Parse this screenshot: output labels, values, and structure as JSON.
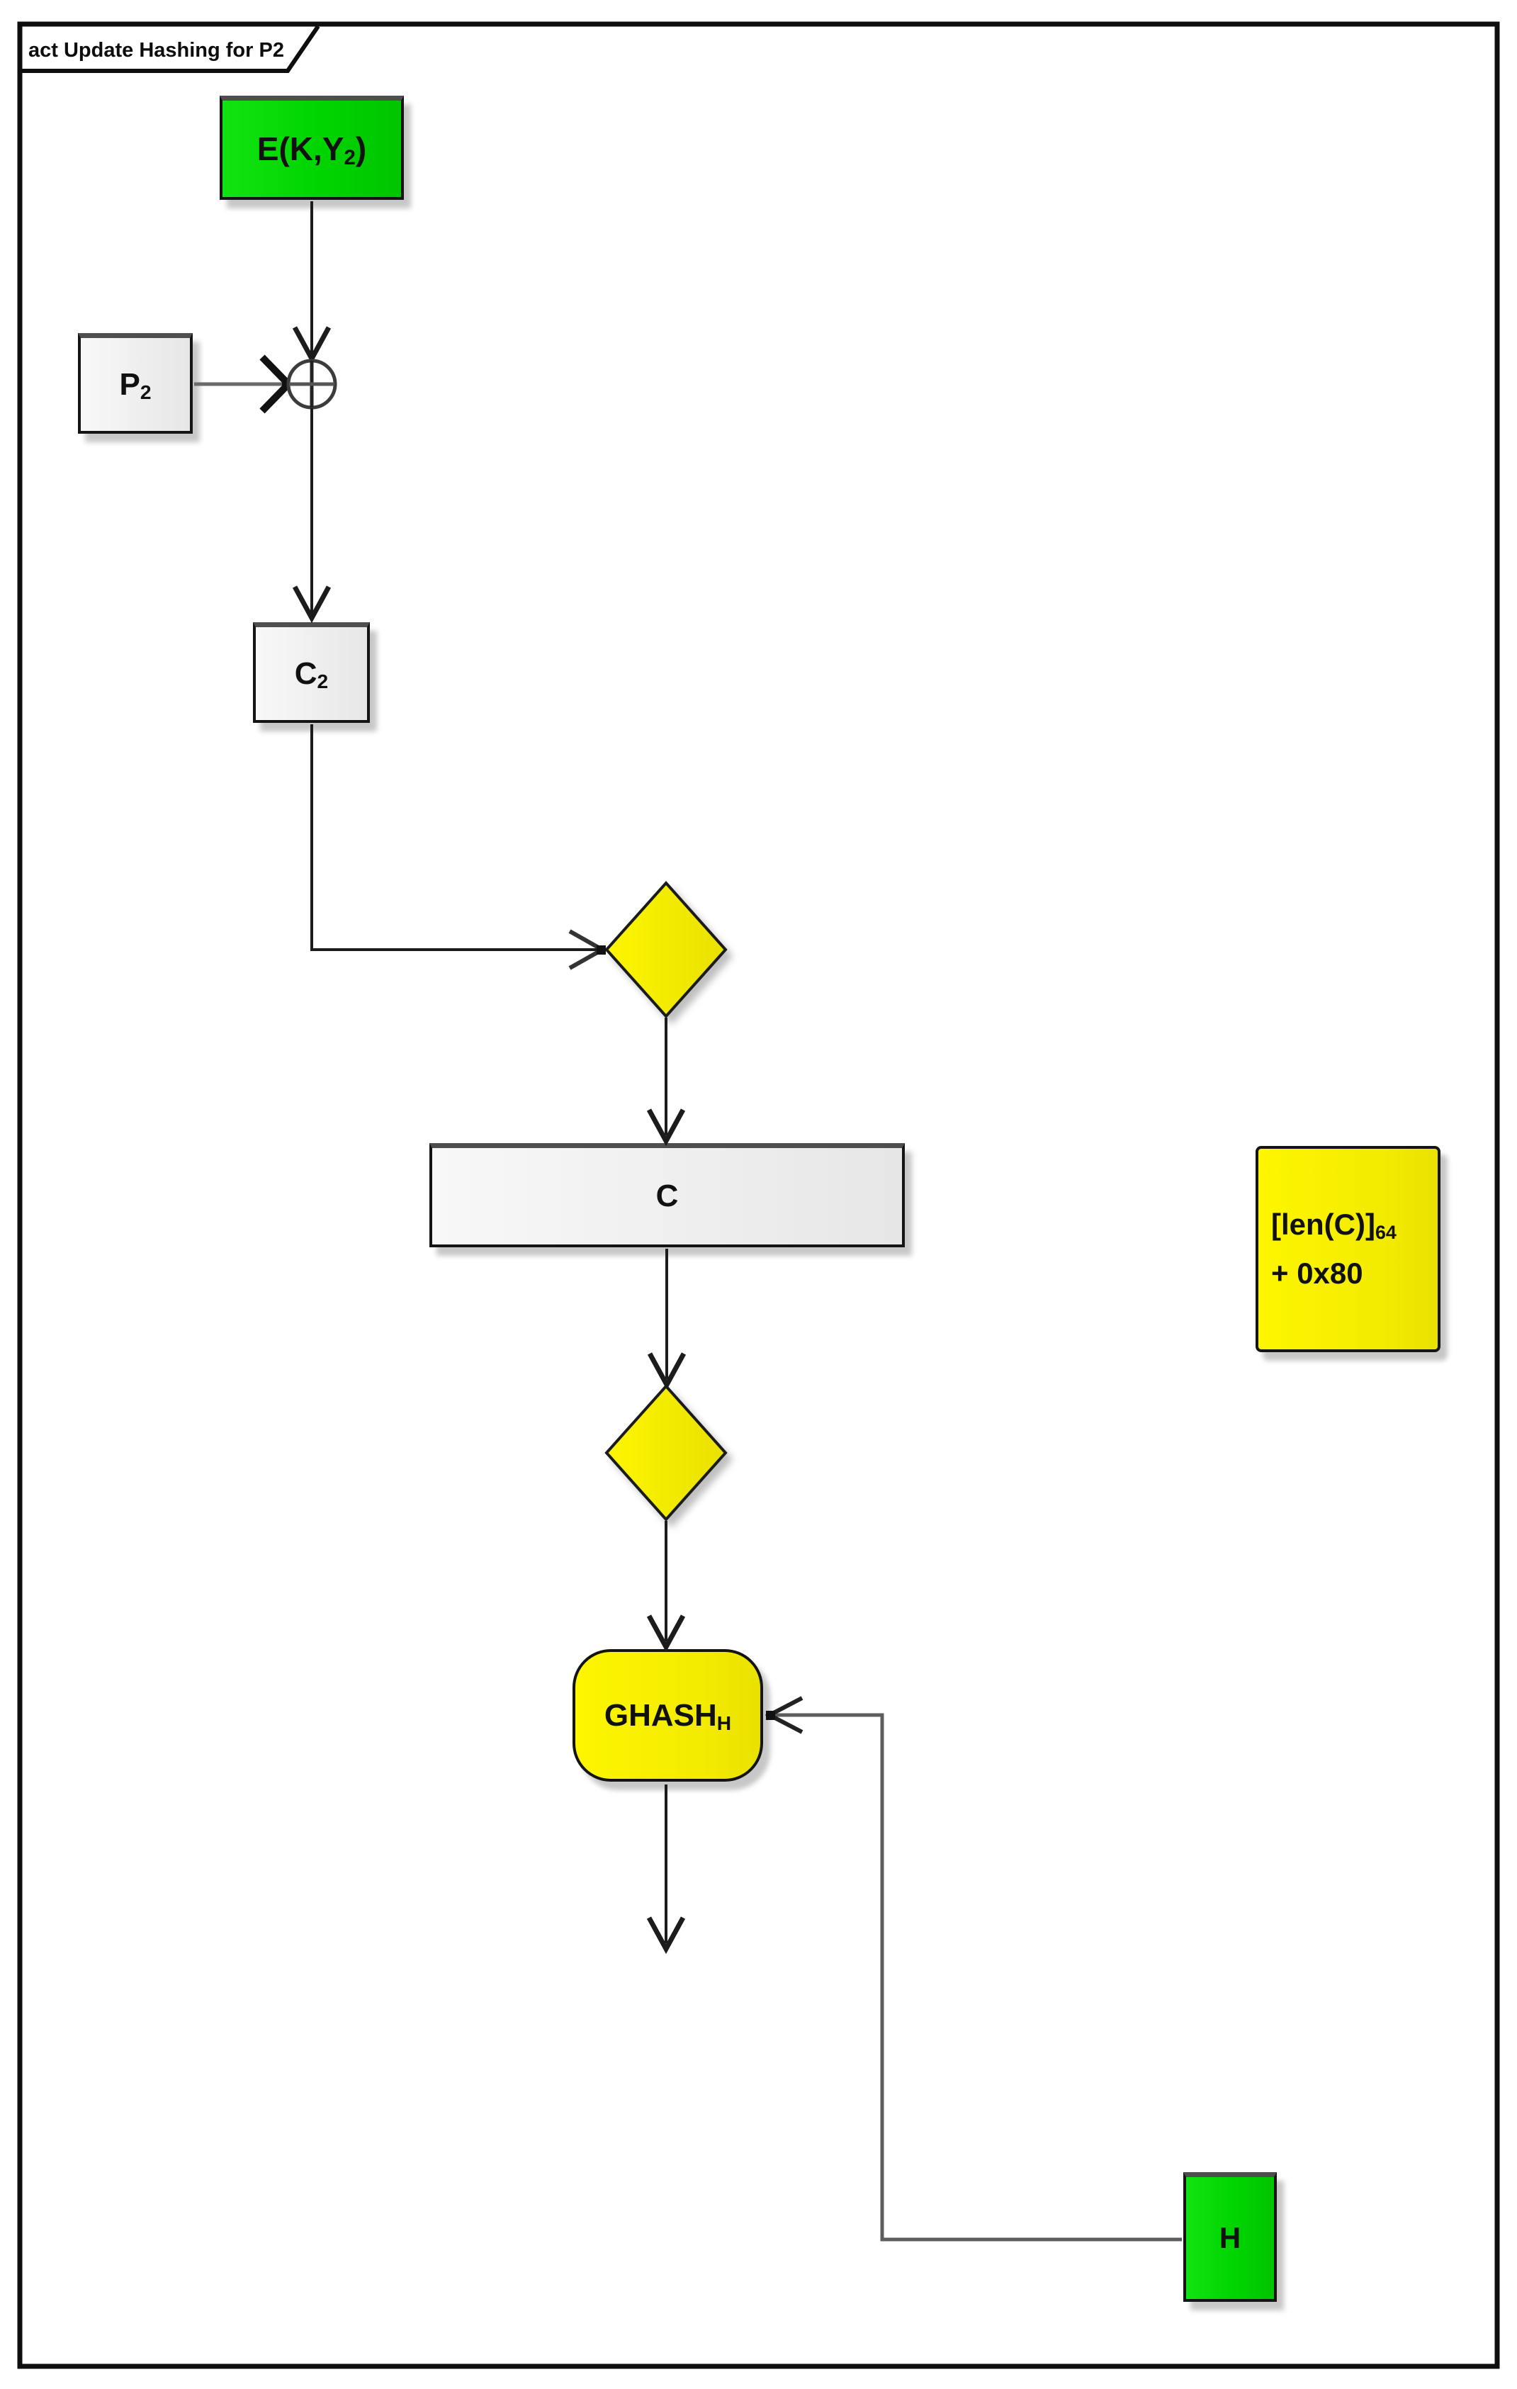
{
  "frame": {
    "title": "act Update Hashing for P2"
  },
  "nodes": {
    "eky2": {
      "base": "E(K,Y",
      "sub": "2",
      "close": ")"
    },
    "p2": {
      "base": "P",
      "sub": "2"
    },
    "c2": {
      "base": "C",
      "sub": "2"
    },
    "c": {
      "label": "C"
    },
    "ghash": {
      "base": "GHASH",
      "sub": "H"
    },
    "h": {
      "label": "H"
    },
    "note": {
      "line1_base": "[len(C)]",
      "line1_sub": "64",
      "line2": "+ 0x80"
    }
  },
  "icons": {
    "xor_join": "circled-plus (XOR) join node"
  },
  "colors": {
    "node_green": "#00d400",
    "node_yellow": "#f3eb00",
    "node_gray": "#ececec",
    "line": "#1c1c1c",
    "frame_border": "#0e0e0e",
    "background": "#ffffff"
  }
}
